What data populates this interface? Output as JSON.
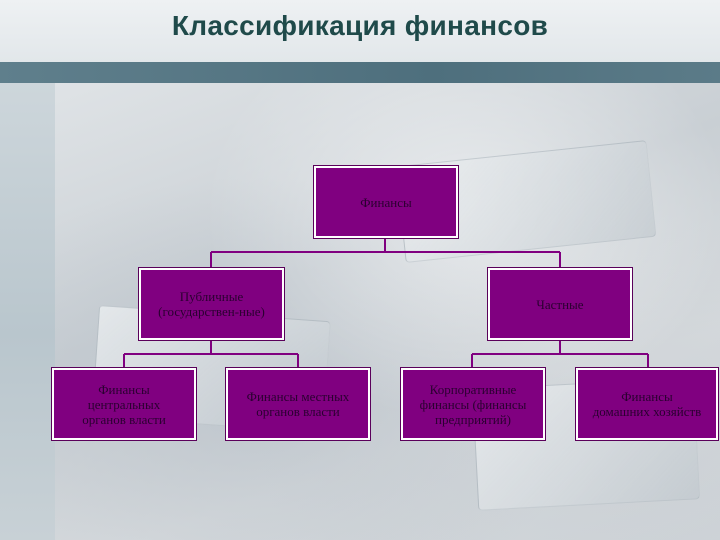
{
  "slide": {
    "title": "Классификация финансов"
  },
  "diagram": {
    "root": "Финансы",
    "level1": {
      "left": "Публичные\n(государствен-ные)",
      "right": "Частные"
    },
    "level2": {
      "central": "Финансы\nцентральных\nорганов власти",
      "local": "Финансы местных\nорганов власти",
      "corporate": "Корпоративные\nфинансы (финансы\nпредприятий)",
      "households": "Финансы\nдомашних хозяйств"
    }
  },
  "colors": {
    "node_fill": "#800080",
    "node_border": "#ffffff",
    "connector": "#800080",
    "title_text": "#1f4a4a",
    "band": "#5f7f8c"
  }
}
